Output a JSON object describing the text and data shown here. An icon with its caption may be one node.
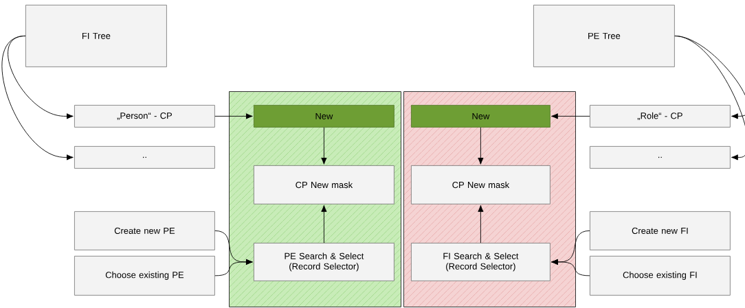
{
  "diagram": {
    "nodes": [
      {
        "text": [
          "FI Tree"
        ]
      },
      {
        "text": [
          "„Person“ - CP"
        ]
      },
      {
        "text": [
          ".."
        ]
      },
      {
        "text": [
          "Create new PE"
        ]
      },
      {
        "text": [
          "Choose existing PE"
        ]
      },
      {
        "text": [],
        "shape": "box"
      },
      {
        "text": [
          "New"
        ],
        "in": 5
      },
      {
        "text": [
          "CP New mask"
        ],
        "in": 5
      },
      {
        "text": [
          "PE Search & Select (Record Selector)"
        ],
        "in": 5
      },
      {
        "text": [],
        "shape": "box"
      },
      {
        "text": [
          "New"
        ],
        "in": 9
      },
      {
        "text": [
          "CP New mask"
        ],
        "in": 9
      },
      {
        "text": [
          "FI Search & Select (Record Selector)"
        ],
        "in": 9
      },
      {
        "text": [
          "PE Tree"
        ]
      },
      {
        "text": [
          "„Role“ - CP"
        ]
      },
      {
        "text": [
          ".."
        ]
      },
      {
        "text": [
          "Create new FI"
        ]
      },
      {
        "text": [
          "Choose existing FI"
        ]
      }
    ],
    "edges": [
      {
        "from": 0,
        "to": 1,
        "arrow": "to"
      },
      {
        "from": 0,
        "to": 2,
        "arrow": "to"
      },
      {
        "from": 1,
        "to": 6,
        "arrow": "to"
      },
      {
        "from": 6,
        "to": 7,
        "arrow": "to"
      },
      {
        "from": 8,
        "to": 7,
        "arrow": "to"
      },
      {
        "from": 3,
        "to": 8,
        "arrow": "to"
      },
      {
        "from": 4,
        "to": 8,
        "arrow": "to"
      },
      {
        "from": 13,
        "to": 14,
        "arrow": "to"
      },
      {
        "from": 13,
        "to": 15,
        "arrow": "to"
      },
      {
        "from": 14,
        "to": 10,
        "arrow": "to"
      },
      {
        "from": 10,
        "to": 11,
        "arrow": "to"
      },
      {
        "from": 12,
        "to": 11,
        "arrow": "to"
      },
      {
        "from": 16,
        "to": 12,
        "arrow": "to"
      },
      {
        "from": 17,
        "to": 12,
        "arrow": "to"
      }
    ]
  }
}
